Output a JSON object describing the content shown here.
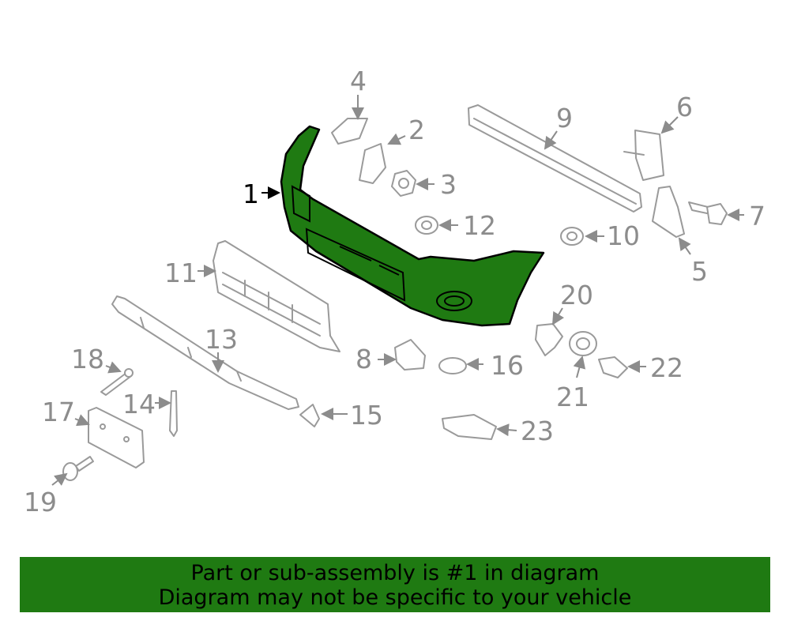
{
  "diagram": {
    "highlight_color": "#1f7a12",
    "callouts": [
      "1",
      "2",
      "3",
      "4",
      "5",
      "6",
      "7",
      "8",
      "9",
      "10",
      "11",
      "12",
      "13",
      "14",
      "15",
      "16",
      "17",
      "18",
      "19",
      "20",
      "21",
      "22",
      "23"
    ]
  },
  "banner": {
    "line1": "Part or sub-assembly is #1 in diagram",
    "line2": "Diagram may not be specific to your vehicle",
    "background": "#1f7a12"
  }
}
